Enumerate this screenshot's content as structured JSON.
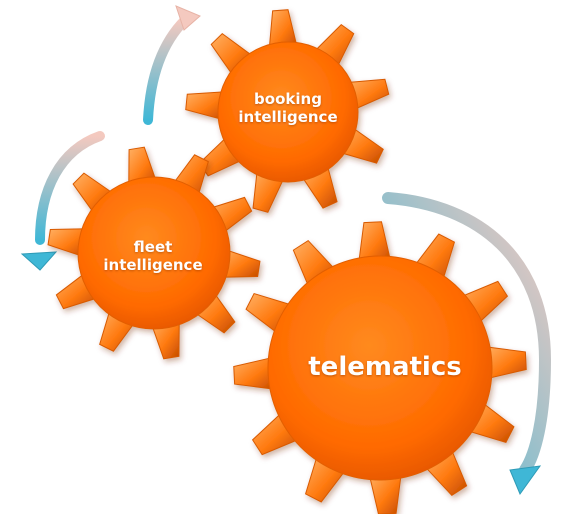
{
  "colors": {
    "gear_fill": "#FF6A00",
    "gear_highlight": "#FFB266",
    "gear_shadow": "#C24A00",
    "arrow_start": "#F4C9BF",
    "arrow_end": "#3FB7D6",
    "label_text": "#FFFFFF"
  },
  "gears": {
    "booking": {
      "line1": "booking",
      "line2": "intelligence"
    },
    "fleet": {
      "line1": "fleet",
      "line2": "intelligence"
    },
    "telematics": {
      "label": "telematics"
    }
  },
  "arrows": [
    {
      "name": "arrow-up-left-small",
      "direction": "up"
    },
    {
      "name": "arrow-left-down",
      "direction": "down"
    },
    {
      "name": "arrow-right-down-large",
      "direction": "down"
    }
  ]
}
